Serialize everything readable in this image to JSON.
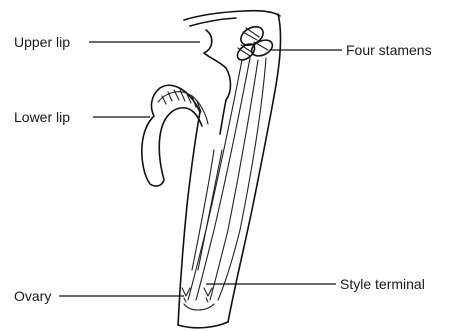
{
  "labels": {
    "upper_lip": "Upper lip",
    "lower_lip": "Lower lip",
    "four_stamens": "Four stamens",
    "ovary": "Ovary",
    "style_terminal": "Style terminal"
  }
}
